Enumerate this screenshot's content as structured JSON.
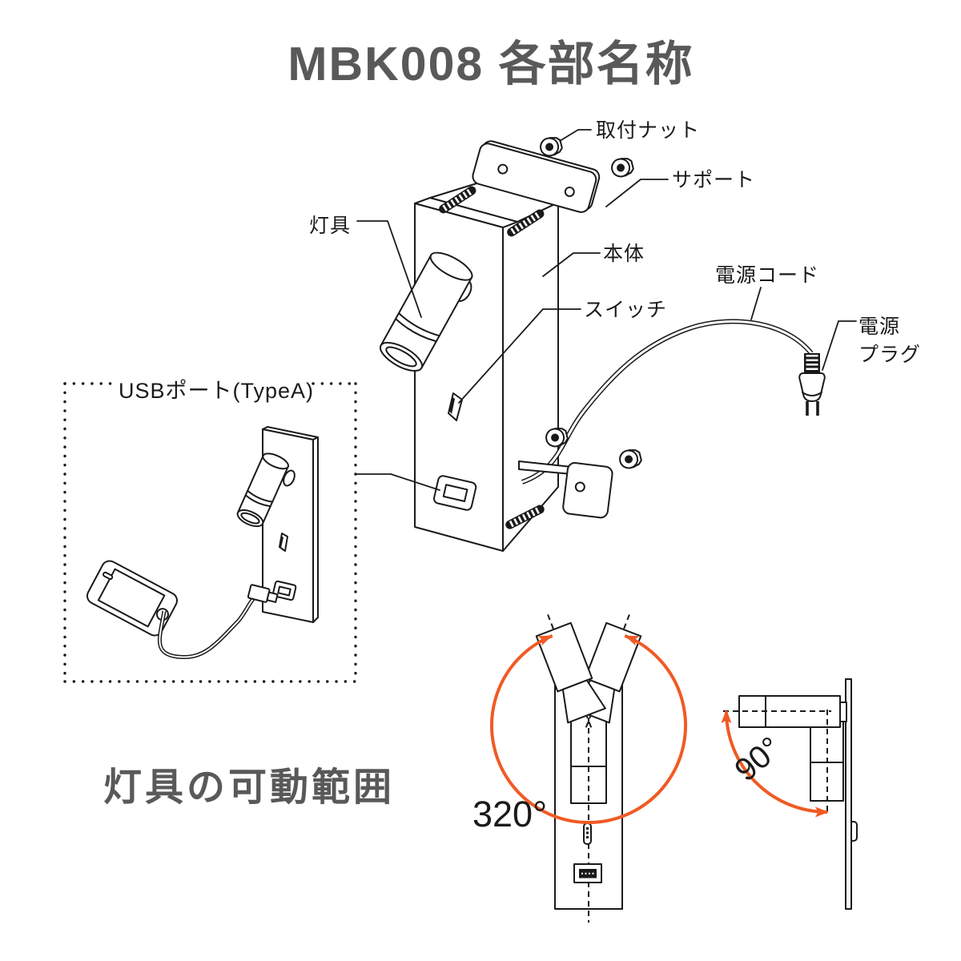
{
  "page_title": "MBK008 各部名称",
  "parts": {
    "mounting_nut": "取付ナット",
    "support": "サポート",
    "lamp": "灯具",
    "body": "本体",
    "switch": "スイッチ",
    "power_cord": "電源コード",
    "power_plug_line1": "電源",
    "power_plug_line2": "プラグ",
    "usb_port": "USBポート(TypeA)"
  },
  "movable_range": {
    "section_title": "灯具の可動範囲",
    "rotation_angle": "320°",
    "tilt_angle": "90°"
  },
  "colors": {
    "accent_orange": "#F15A24",
    "line_black": "#1A1A1A",
    "heading_gray": "#595959",
    "background": "#FFFFFF"
  }
}
